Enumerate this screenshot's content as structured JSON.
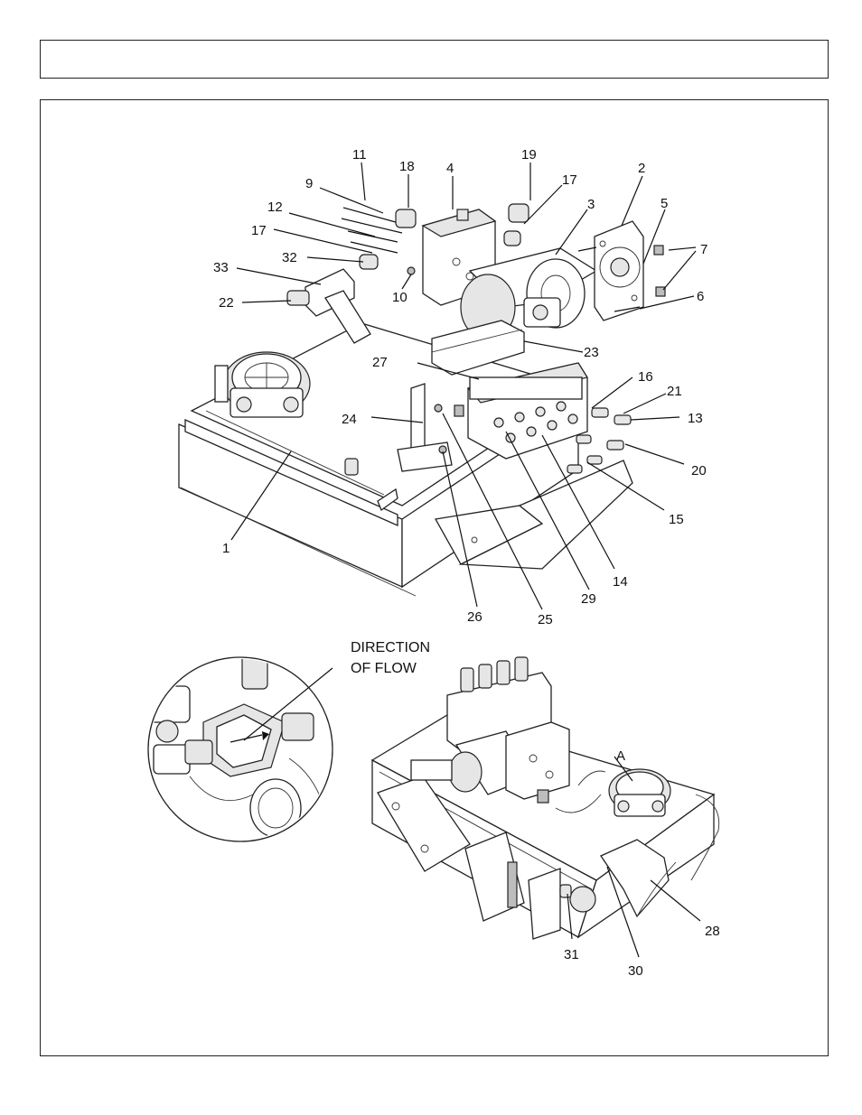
{
  "header": {
    "title": ""
  },
  "callouts": [
    "11",
    "18",
    "9",
    "4",
    "19",
    "17",
    "2",
    "12",
    "3",
    "5",
    "17",
    "7",
    "32",
    "33",
    "10",
    "6",
    "22",
    "23",
    "27",
    "16",
    "21",
    "24",
    "13",
    "20",
    "1",
    "15",
    "14",
    "29",
    "26",
    "25"
  ],
  "inset": {
    "direction_label_line1": "DIRECTION",
    "direction_label_line2": "OF FLOW"
  },
  "lower_callouts": [
    "A",
    "28",
    "31",
    "30"
  ]
}
